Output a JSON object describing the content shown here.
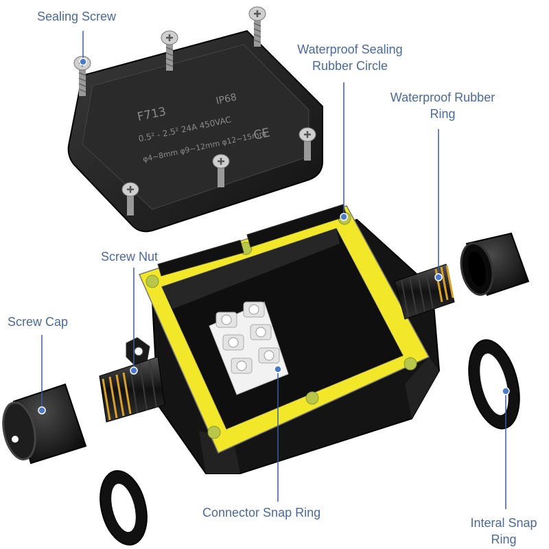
{
  "lid": {
    "model": "F713",
    "rating": "IP68",
    "spec_line_1": "0.5² - 2.5²   24A  450VAC",
    "spec_line_2": "φ4~8mm φ9~12mm φ12~15mm",
    "mark": "CE"
  },
  "callouts": {
    "sealing_screw": "Sealing Screw",
    "waterproof_sealing_rubber_circle_1": "Waterproof Sealing",
    "waterproof_sealing_rubber_circle_2": "Rubber Circle",
    "waterproof_rubber_ring_1": "Waterproof Rubber",
    "waterproof_rubber_ring_2": "Ring",
    "screw_nut": "Screw Nut",
    "screw_cap": "Screw Cap",
    "connector_snap_ring": "Connector Snap Ring",
    "interal_snap_ring_1": "Interal Snap",
    "interal_snap_ring_2": "Ring"
  },
  "colors": {
    "callout_text": "#4a6a9a",
    "leader": "#3a5f9c",
    "gasket": "#f2e829",
    "body": "#1a1a1a"
  },
  "icons": [
    "screw-icon",
    "cable-gland-icon",
    "snap-ring-icon",
    "terminal-block-icon"
  ]
}
